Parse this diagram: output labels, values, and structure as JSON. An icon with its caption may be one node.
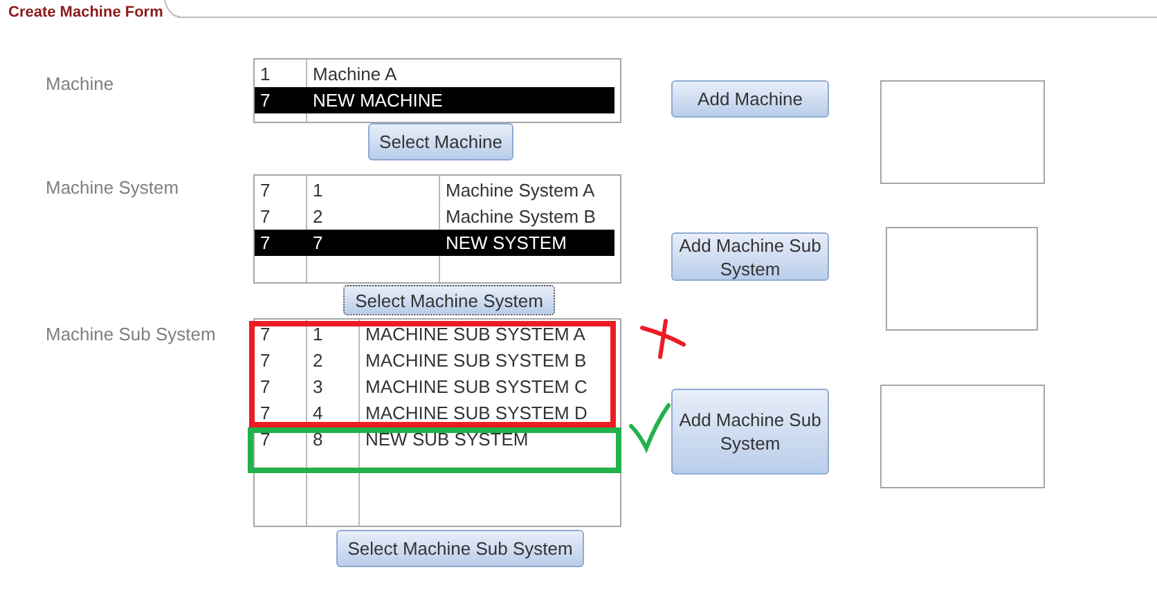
{
  "diagram": {
    "title": "Create Machine Form",
    "nodes": [
      {
        "text": [
          "Add Machine"
        ]
      },
      {
        "text": [],
        "shape": "box"
      },
      {
        "text": [
          "Select Machine"
        ]
      },
      {
        "text": [
          "Add Machine Sub System"
        ]
      },
      {
        "text": [],
        "shape": "box"
      },
      {
        "text": [
          "Select Machine System"
        ]
      },
      {
        "text": [
          "Add Machine Sub System"
        ]
      },
      {
        "text": [],
        "shape": "box"
      },
      {
        "text": [
          "Select Machine Sub System"
        ]
      }
    ],
    "labels": [
      "Machine",
      "1",
      "Machine A",
      "7",
      "NEW MACHINE",
      "Machine System",
      "7",
      "1",
      "Machine System A",
      "7",
      "2",
      "Machine System B",
      "7",
      "7",
      "NEW SYSTEM",
      "Machine Sub System",
      "7",
      "1",
      "MACHINE SUB SYSTEM A",
      "7",
      "2",
      "MACHINE SUB SYSTEM B",
      "7",
      "3",
      "MACHINE SUB SYSTEM C",
      "7",
      "4",
      "MACHINE SUB SYSTEM D",
      "7",
      "8",
      "NEW SUB SYSTEM"
    ]
  }
}
